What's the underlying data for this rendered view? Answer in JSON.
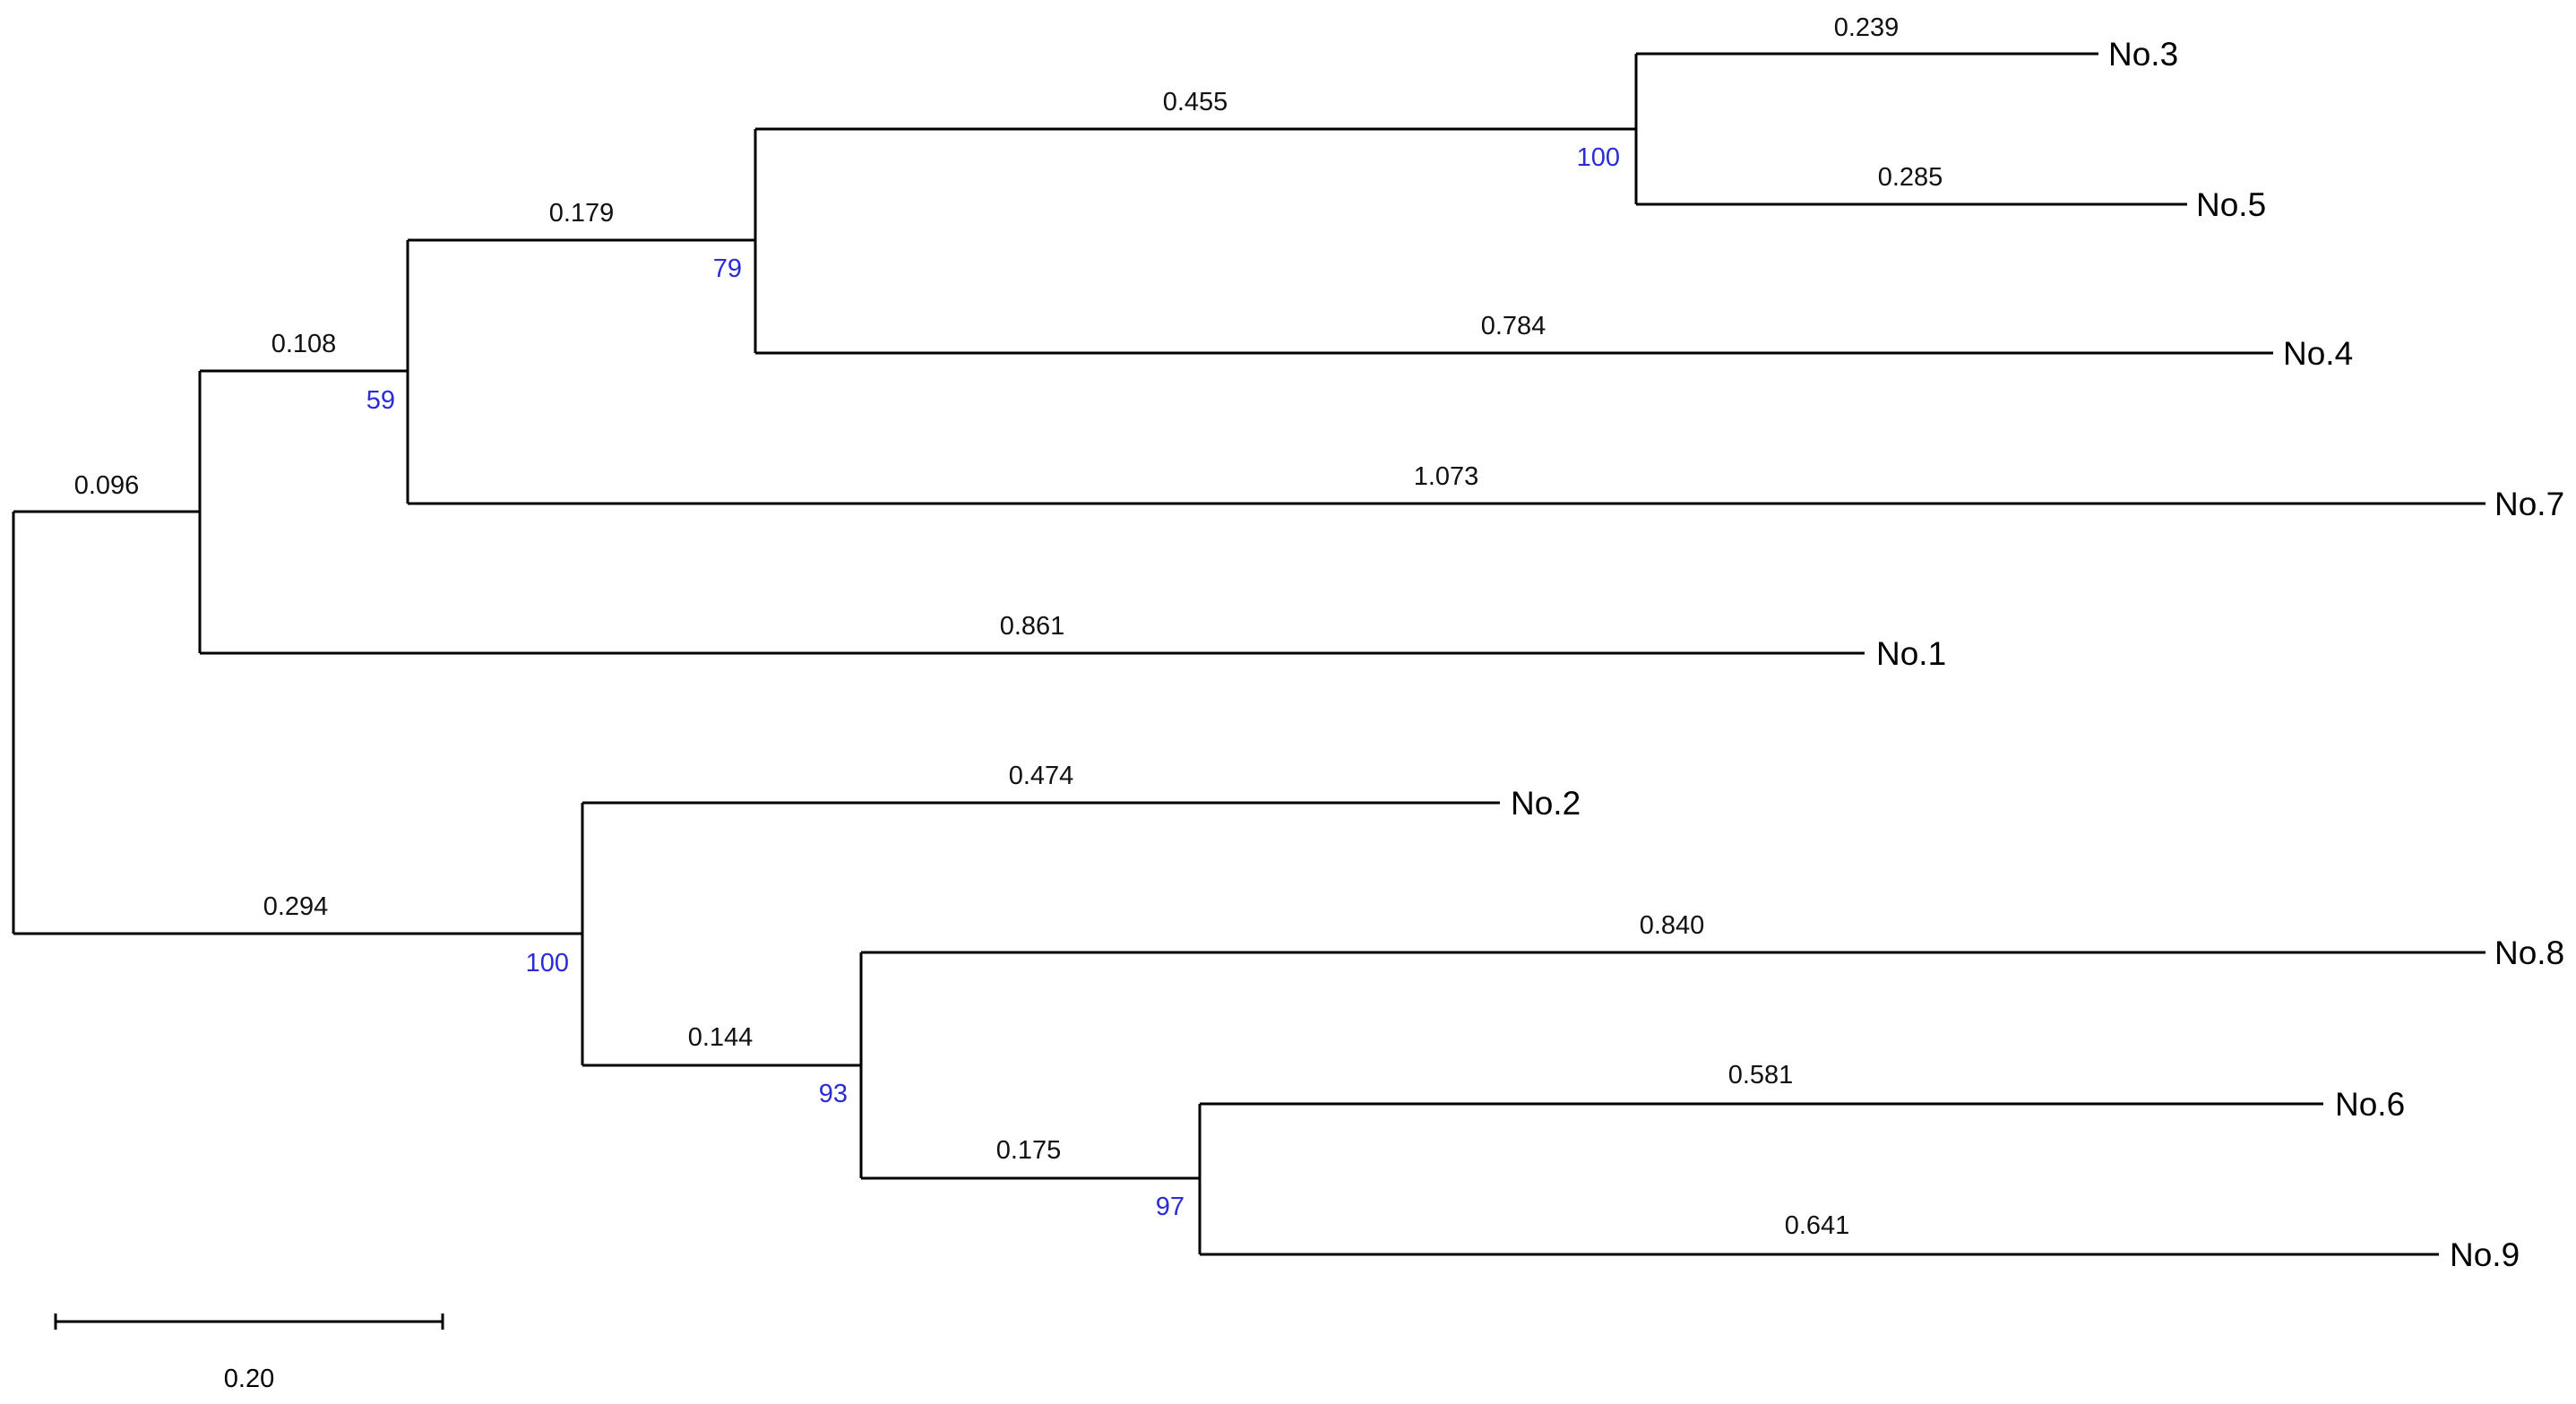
{
  "colors": {
    "branch": "#000000",
    "bootstrap": "#2b2bd9",
    "text": "#000000"
  },
  "tree": {
    "branch_lengths": {
      "root_top": "0.096",
      "root_bottom": "0.294",
      "node_a": "0.108",
      "node_b": "0.179",
      "node_c": "0.455",
      "no3": "0.239",
      "no5": "0.285",
      "no4": "0.784",
      "no7": "1.073",
      "no1": "0.861",
      "no2": "0.474",
      "node_e": "0.144",
      "no8": "0.840",
      "node_f": "0.175",
      "no6": "0.581",
      "no9": "0.641"
    },
    "bootstrap": {
      "node_c": "100",
      "node_b": "79",
      "node_a": "59",
      "node_d": "100",
      "node_e": "93",
      "node_f": "97"
    },
    "leaves": {
      "no3": "No.3",
      "no5": "No.5",
      "no4": "No.4",
      "no7": "No.7",
      "no1": "No.1",
      "no2": "No.2",
      "no8": "No.8",
      "no6": "No.6",
      "no9": "No.9"
    }
  },
  "scale_bar": {
    "label": "0.20"
  }
}
